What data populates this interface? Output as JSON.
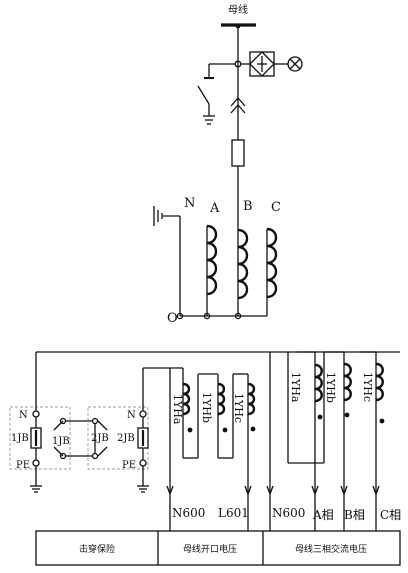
{
  "busbar_label": "母线",
  "phases": {
    "n": "N",
    "a": "A",
    "b": "B",
    "c": "C"
  },
  "neutral_point": "O",
  "windings": {
    "open_delta": [
      "1YHa",
      "1YHb",
      "1YHc"
    ],
    "three_phase": [
      "1YHa",
      "1YHb",
      "1YHc"
    ]
  },
  "protector": {
    "n1": "N",
    "jb1_left": "1JB",
    "jb1_right": "1JB",
    "pe1": "PE",
    "n2": "N",
    "jb2_left": "2JB",
    "jb2_right": "2JB",
    "pe2": "PE"
  },
  "terminals": [
    "N600",
    "L601",
    "N600",
    "A相",
    "B相",
    "C相"
  ],
  "table_cells": [
    "击穿保险",
    "母线开口电压",
    "母线三相交流电压"
  ]
}
